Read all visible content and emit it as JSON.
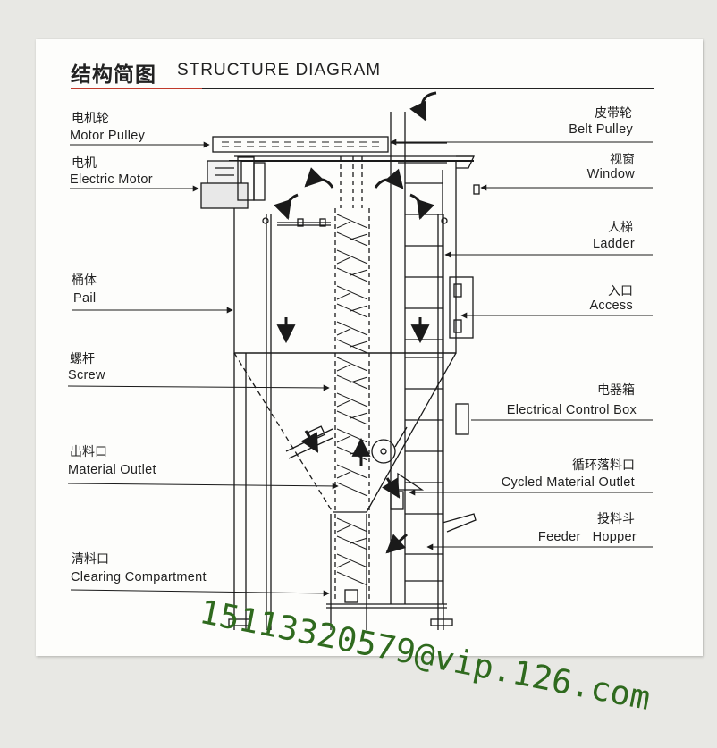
{
  "header": {
    "title_cn": "结构简图",
    "title_en": "STRUCTURE DIAGRAM"
  },
  "labels_left": [
    {
      "cn": "电机轮",
      "en": "Motor Pulley"
    },
    {
      "cn": "电机",
      "en": "Electric Motor"
    },
    {
      "cn": "桶体",
      "en": "Pail"
    },
    {
      "cn": "螺杆",
      "en": "Screw"
    },
    {
      "cn": "出料口",
      "en": "Material Outlet"
    },
    {
      "cn": "清料口",
      "en": "Clearing Compartment"
    }
  ],
  "labels_right": [
    {
      "cn": "皮带轮",
      "en": "Belt Pulley"
    },
    {
      "cn": "视窗",
      "en": "Window"
    },
    {
      "cn": "人梯",
      "en": "Ladder"
    },
    {
      "cn": "入口",
      "en": "Access"
    },
    {
      "cn": "电器箱",
      "en": "Electrical Control Box"
    },
    {
      "cn": "循环落料口",
      "en": "Cycled Material Outlet"
    },
    {
      "cn": "投料斗",
      "en": "Feeder   Hopper"
    }
  ],
  "watermark": "15113320579@vip.126.com",
  "colors": {
    "line": "#1a1a1a",
    "accent_red": "#c0392b",
    "watermark": "#2f6a1e"
  }
}
